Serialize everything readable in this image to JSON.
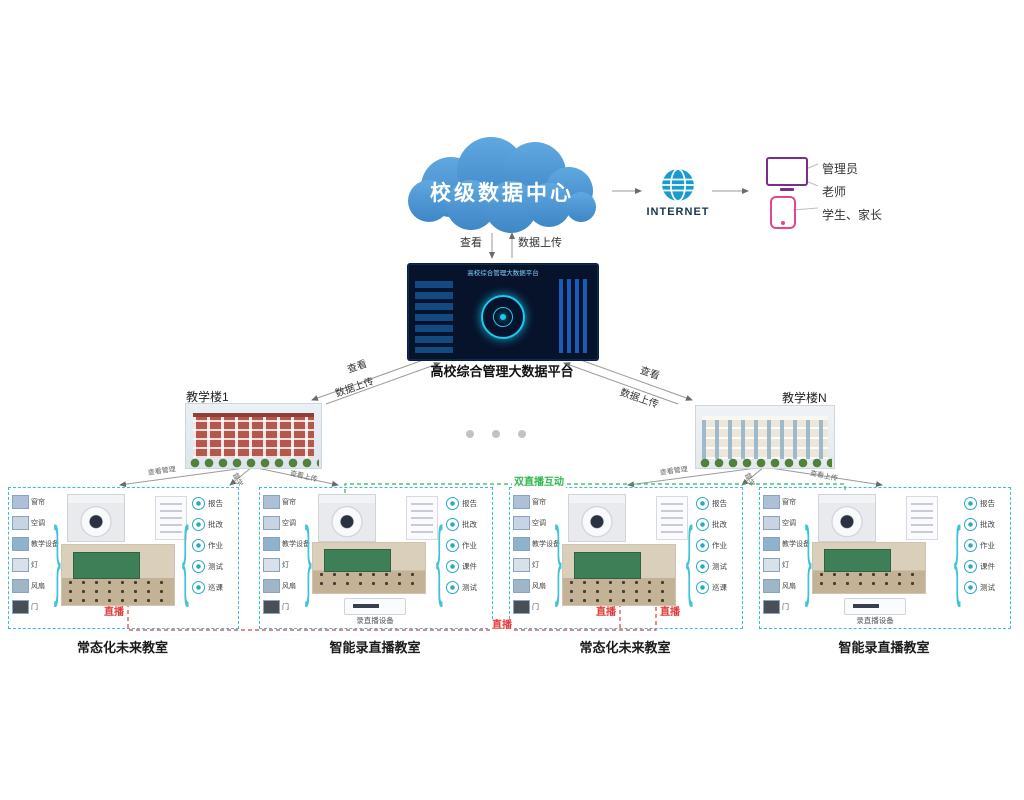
{
  "cloud": {
    "label": "校级数据中心"
  },
  "internet_label": "INTERNET",
  "users": {
    "admin": "管理员",
    "teacher": "老师",
    "student_parent": "学生、家长"
  },
  "flows": {
    "view": "查看",
    "upload": "数据上传",
    "view_manage": "查看管理",
    "supervise": "督学",
    "view_upload": "查看上传",
    "dual_live": "双直播互动",
    "live": "直播"
  },
  "platform": {
    "label": "高校综合管理大数据平台"
  },
  "buildings": [
    {
      "label": "教学楼1"
    },
    {
      "label": "教学楼N"
    }
  ],
  "classrooms": [
    {
      "type": "normal",
      "label": "常态化未来教室",
      "left_items": [
        "窗帘",
        "空调",
        "教学设备",
        "灯",
        "风扇",
        "门"
      ],
      "right_items": [
        "报告",
        "批改",
        "作业",
        "测试",
        "巡课"
      ]
    },
    {
      "type": "smart",
      "label": "智能录直播教室",
      "left_items": [
        "窗帘",
        "空调",
        "教学设备",
        "灯",
        "风扇",
        "门"
      ],
      "right_items": [
        "报告",
        "批改",
        "作业",
        "课件",
        "测试"
      ],
      "device_label": "录直播设备"
    },
    {
      "type": "normal",
      "label": "常态化未来教室",
      "left_items": [
        "窗帘",
        "空调",
        "教学设备",
        "灯",
        "风扇",
        "门"
      ],
      "right_items": [
        "报告",
        "批改",
        "作业",
        "测试",
        "巡课"
      ]
    },
    {
      "type": "smart",
      "label": "智能录直播教室",
      "left_items": [
        "窗帘",
        "空调",
        "教学设备",
        "灯",
        "风扇",
        "门"
      ],
      "right_items": [
        "报告",
        "批改",
        "作业",
        "课件",
        "测试"
      ],
      "device_label": "录直播设备"
    }
  ]
}
